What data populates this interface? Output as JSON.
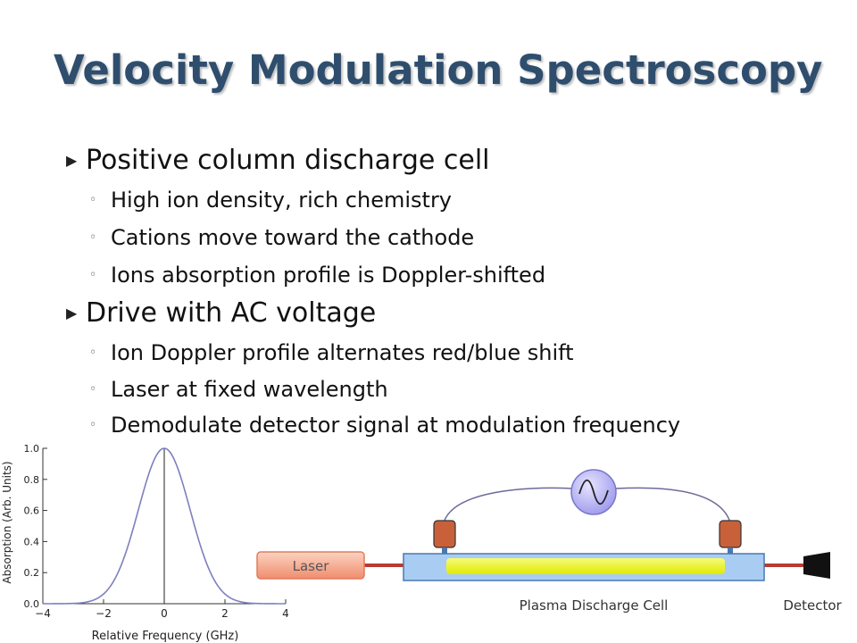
{
  "slide": {
    "title": "Velocity Modulation Spectroscopy",
    "bullets": [
      {
        "text": "Positive column discharge cell",
        "subs": [
          "High ion density, rich chemistry",
          "Cations move toward the cathode",
          "Ions absorption profile is Doppler-shifted"
        ]
      },
      {
        "text": "Drive with AC voltage",
        "subs": [
          "Ion Doppler profile alternates red/blue shift",
          "Laser at fixed wavelength",
          "Demodulate detector signal at modulation frequency"
        ]
      }
    ]
  },
  "chart_data": {
    "type": "line",
    "xlabel": "Relative Frequency (GHz)",
    "ylabel": "Absorption (Arb. Units)",
    "xlim": [
      -4,
      4
    ],
    "ylim": [
      0,
      1
    ],
    "x_ticks": [
      "-4",
      "-2",
      "0",
      "2",
      "4"
    ],
    "y_ticks": [
      "0.0",
      "0.2",
      "0.4",
      "0.6",
      "0.8",
      "1.0"
    ],
    "series": [
      {
        "x": [
          -4,
          -3.5,
          -3,
          -2.5,
          -2,
          -1.5,
          -1,
          -0.5,
          0,
          0.5,
          1,
          1.5,
          2,
          2.5,
          3,
          3.5,
          4
        ],
        "y": [
          0.0,
          0.001,
          0.005,
          0.025,
          0.08,
          0.24,
          0.5,
          0.83,
          1.0,
          0.83,
          0.5,
          0.24,
          0.08,
          0.025,
          0.005,
          0.001,
          0.0
        ],
        "color": "#7d7fc0"
      }
    ],
    "vline_x": 0
  },
  "diagram": {
    "laser_label": "Laser",
    "cell_label": "Plasma Discharge Cell",
    "detector_label": "Detector",
    "colors": {
      "laser_box": "#f4a58a",
      "beam": "#b83a33",
      "cell": "#a9cdf2",
      "plasma": "#ecf20e",
      "electrode": "#c8613a",
      "source": "#a9a6f5"
    }
  }
}
